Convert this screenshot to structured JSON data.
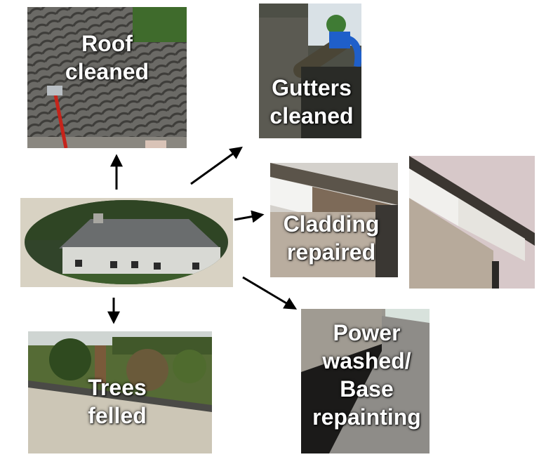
{
  "panels": {
    "roof": {
      "lines": [
        "Roof",
        "cleaned"
      ]
    },
    "gutters": {
      "lines": [
        "Gutters",
        "cleaned"
      ]
    },
    "cladding": {
      "lines": [
        "Cladding",
        "repaired"
      ]
    },
    "trees": {
      "lines": [
        "Trees",
        "felled"
      ]
    },
    "power": {
      "lines": [
        "Power",
        "washed/",
        "Base",
        "repainting"
      ]
    }
  },
  "colors": {
    "caption_text": "#ffffff",
    "arrow": "#000000",
    "background": "#ffffff"
  }
}
